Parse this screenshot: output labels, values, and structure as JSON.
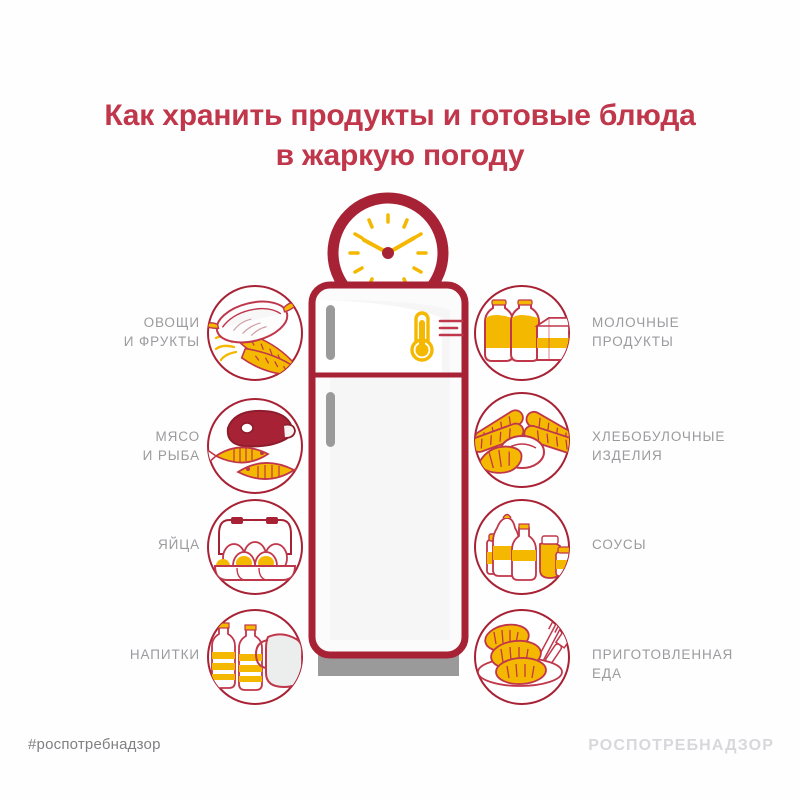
{
  "page": {
    "background_color": "#fefefe",
    "title_color": "#c0364a",
    "label_color": "#9b9b9e",
    "accent_red": "#a82235",
    "accent_yellow": "#f5b800",
    "fridge_gray": "#9a9a9a"
  },
  "title": {
    "line1": "Как хранить продукты и готовые блюда",
    "line2": "в жаркую погоду"
  },
  "center": {
    "clock_name": "clock",
    "fridge_name": "refrigerator",
    "thermometer_name": "thermometer"
  },
  "categories": {
    "left": [
      {
        "id": "vegetables",
        "label": "ОВОЩИ\nИ ФРУКТЫ",
        "icon": "cabbage-carrots-icon"
      },
      {
        "id": "meat_fish",
        "label": "МЯСО\nИ РЫБА",
        "icon": "steak-fish-icon"
      },
      {
        "id": "eggs",
        "label": "ЯЙЦА",
        "icon": "egg-carton-icon"
      },
      {
        "id": "drinks",
        "label": "НАПИТКИ",
        "icon": "bottles-jug-icon"
      }
    ],
    "right": [
      {
        "id": "dairy",
        "label": "МОЛОЧНЫЕ\nПРОДУКТЫ",
        "icon": "milk-bottles-carton-icon"
      },
      {
        "id": "bakery",
        "label": "ХЛЕБОБУЛОЧНЫЕ\nИЗДЕЛИЯ",
        "icon": "bread-baguette-icon"
      },
      {
        "id": "sauces",
        "label": "СОУСЫ",
        "icon": "sauce-bottles-icon"
      },
      {
        "id": "cooked",
        "label": "ПРИГОТОВЛЕННАЯ\nЕДА",
        "icon": "cooked-meat-plate-icon"
      }
    ]
  },
  "footer": {
    "hashtag": "#роспотребнадзор",
    "brand": "РОСПОТРЕБНАДЗОР"
  }
}
